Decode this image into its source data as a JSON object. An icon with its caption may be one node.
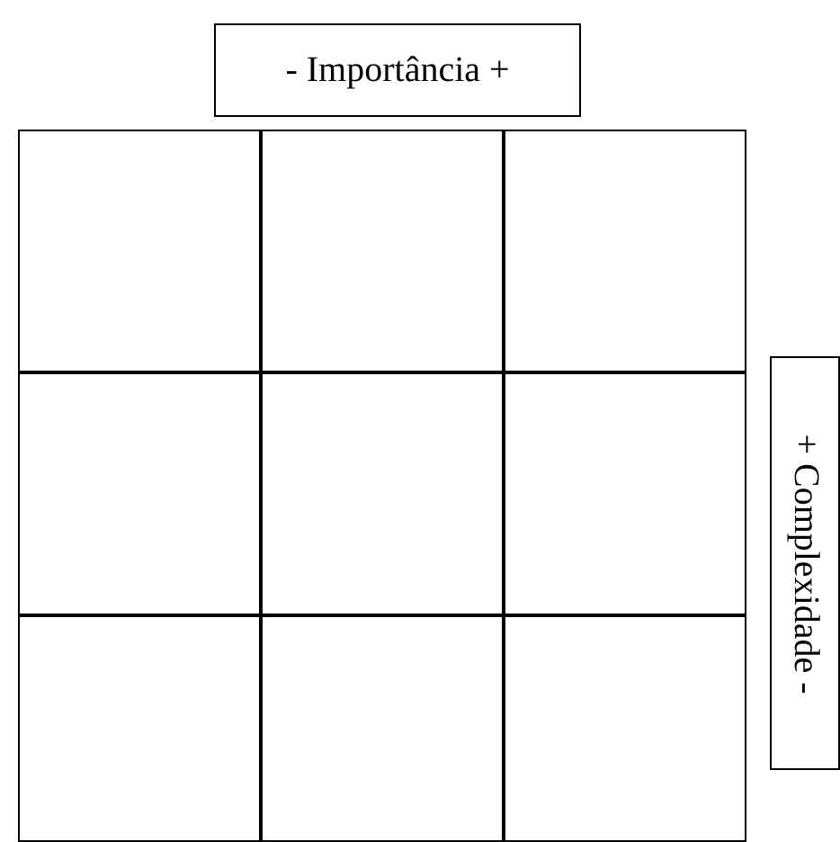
{
  "diagram": {
    "nodes": [
      {
        "text": [
          "- Importância +"
        ]
      },
      {
        "text": [
          "+ Complexidade -"
        ]
      },
      {
        "text": [],
        "shape": "box"
      },
      {
        "text": [],
        "shape": "box"
      },
      {
        "text": [],
        "shape": "box"
      },
      {
        "text": [],
        "shape": "box"
      },
      {
        "text": [],
        "shape": "box"
      },
      {
        "text": [],
        "shape": "box"
      },
      {
        "text": [],
        "shape": "box"
      },
      {
        "text": [],
        "shape": "box"
      },
      {
        "text": [],
        "shape": "box"
      }
    ]
  }
}
